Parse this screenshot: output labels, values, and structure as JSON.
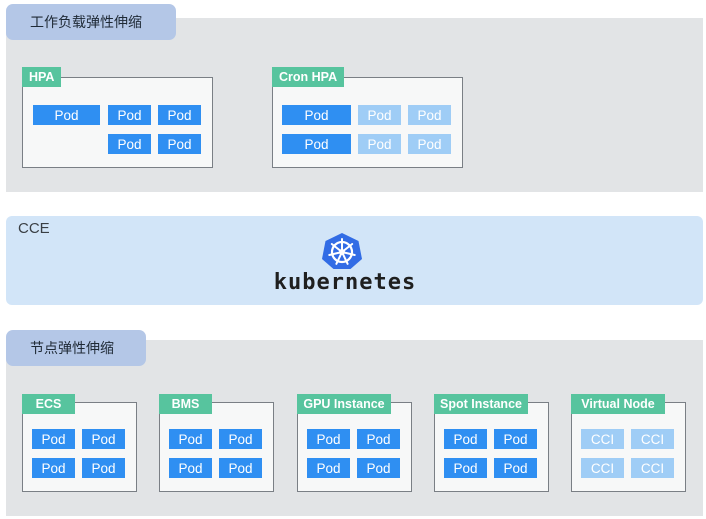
{
  "workload": {
    "title": "工作负载弹性伸缩",
    "groups": [
      {
        "name": "HPA",
        "chips": [
          {
            "label": "Pod",
            "state": "active"
          },
          {
            "label": "Pod",
            "state": "active"
          },
          {
            "label": "Pod",
            "state": "active"
          },
          {
            "label": "Pod",
            "state": "active"
          },
          {
            "label": "Pod",
            "state": "active"
          }
        ]
      },
      {
        "name": "Cron HPA",
        "chips": [
          {
            "label": "Pod",
            "state": "active"
          },
          {
            "label": "Pod",
            "state": "inactive"
          },
          {
            "label": "Pod",
            "state": "inactive"
          },
          {
            "label": "Pod",
            "state": "active"
          },
          {
            "label": "Pod",
            "state": "inactive"
          },
          {
            "label": "Pod",
            "state": "inactive"
          }
        ]
      }
    ]
  },
  "platform": {
    "label": "CCE",
    "logo_icon": "kubernetes-helm-wheel-icon",
    "wordmark": "kubernetes"
  },
  "node": {
    "title": "节点弹性伸缩",
    "groups": [
      {
        "name": "ECS",
        "chips": [
          {
            "label": "Pod",
            "state": "active"
          },
          {
            "label": "Pod",
            "state": "active"
          },
          {
            "label": "Pod",
            "state": "active"
          },
          {
            "label": "Pod",
            "state": "active"
          }
        ]
      },
      {
        "name": "BMS",
        "chips": [
          {
            "label": "Pod",
            "state": "active"
          },
          {
            "label": "Pod",
            "state": "active"
          },
          {
            "label": "Pod",
            "state": "active"
          },
          {
            "label": "Pod",
            "state": "active"
          }
        ]
      },
      {
        "name": "GPU Instance",
        "chips": [
          {
            "label": "Pod",
            "state": "active"
          },
          {
            "label": "Pod",
            "state": "active"
          },
          {
            "label": "Pod",
            "state": "active"
          },
          {
            "label": "Pod",
            "state": "active"
          }
        ]
      },
      {
        "name": "Spot Instance",
        "chips": [
          {
            "label": "Pod",
            "state": "active"
          },
          {
            "label": "Pod",
            "state": "active"
          },
          {
            "label": "Pod",
            "state": "active"
          },
          {
            "label": "Pod",
            "state": "active"
          }
        ]
      },
      {
        "name": "Virtual Node",
        "chips": [
          {
            "label": "CCI",
            "state": "virtual"
          },
          {
            "label": "CCI",
            "state": "virtual"
          },
          {
            "label": "CCI",
            "state": "virtual"
          },
          {
            "label": "CCI",
            "state": "virtual"
          }
        ]
      }
    ]
  },
  "colors": {
    "band": "#e2e4e6",
    "band_tab": "#b4c7e7",
    "tag": "#57c49e",
    "pod_active": "#2f8ff2",
    "pod_inactive": "#9fcdf6",
    "cce_band": "#d2e5f8",
    "logo_blue": "#326ce5"
  }
}
